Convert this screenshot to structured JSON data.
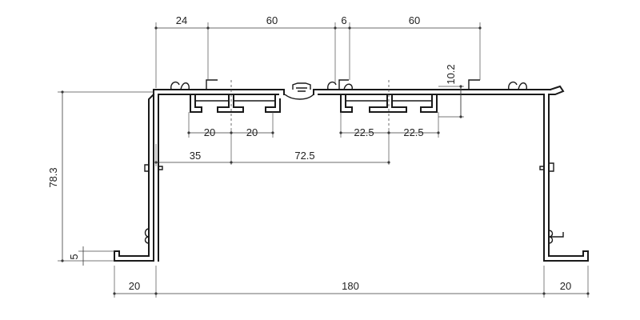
{
  "dimensions": {
    "top_left_offset": "24",
    "top_span_left": "60",
    "top_gap": "6",
    "top_span_right": "60",
    "hook_height": "10.2",
    "height_total": "78.3",
    "flange_height": "5",
    "left_slot_1": "20",
    "left_slot_2": "20",
    "right_slot_1": "22.5",
    "right_slot_2": "22.5",
    "axis_left": "35",
    "axis_between": "72.5",
    "base_left": "20",
    "base_width": "180",
    "base_right": "20"
  },
  "colors": {
    "profile": "#1a1a1a",
    "dimension": "#3a3a3a"
  }
}
